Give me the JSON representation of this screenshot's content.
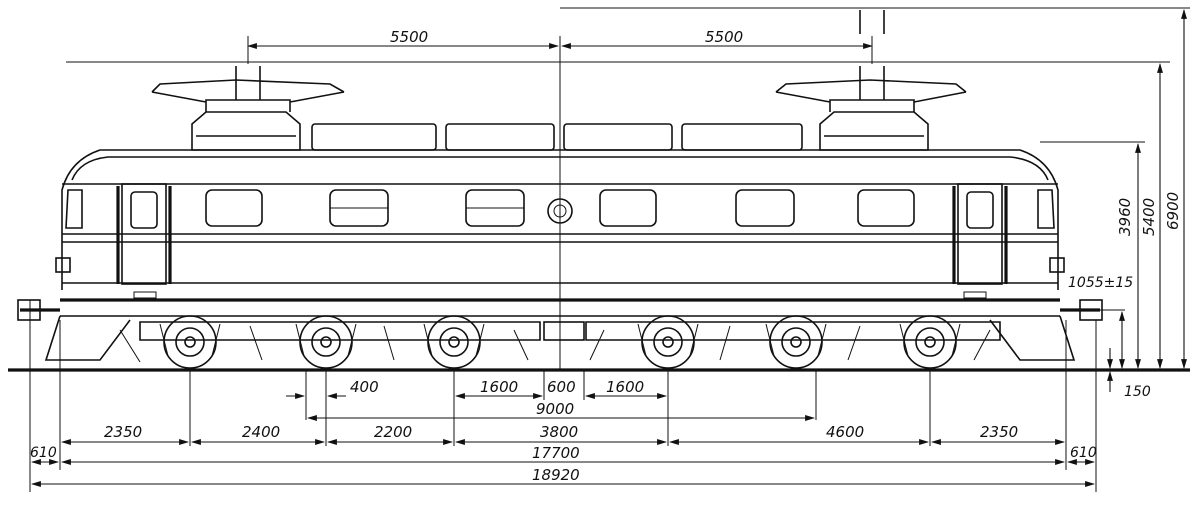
{
  "dimensions": {
    "pantograph_spacing_left": "5500",
    "pantograph_spacing_right": "5500",
    "height_body": "3960",
    "height_roof": "5400",
    "height_pantograph": "6900",
    "coupler_height": "1055±15",
    "wheel_clearance": "150",
    "bogie_offset": "400",
    "axle_pitch_a": "1600",
    "center_gap": "600",
    "axle_pitch_b": "1600",
    "base_9000": "9000",
    "overhang_left": "2350",
    "wheelbase_left": "2400",
    "wheelbase_mid": "2200",
    "bogie_centers": "3800",
    "wheelbase_right": "4600",
    "overhang_right": "2350",
    "buffer_left": "610",
    "length_body": "17700",
    "buffer_right": "610",
    "length_total": "18920"
  }
}
